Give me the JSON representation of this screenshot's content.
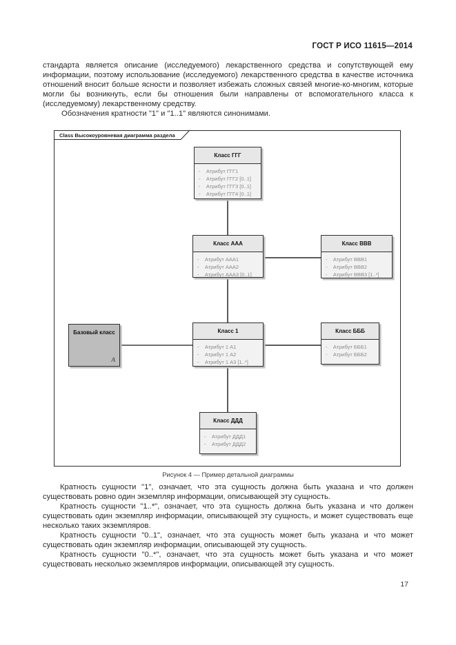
{
  "page": {
    "header": "ГОСТ Р ИСО 11615—2014",
    "page_number": "17"
  },
  "intro": {
    "paragraph1": "стандарта является описание (исследуемого) лекарственного средства и сопутствующей ему информации, поэтому использование (исследуемого) лекарственного средства в качестве источника отношений вносит больше ясности и позволяет избежать сложных связей многие-ко-многим, которые могли бы возникнуть, если бы отношения были направлены от вспомогательного класса к (исследуемому) лекарственному средству.",
    "paragraph2": "Обозначения кратности \"1\" и \"1..1\" являются синонимами."
  },
  "figure": {
    "frame_label": "Class Высокоуровневая диаграмма раздела",
    "caption": "Рисунок 4 — Пример детальной диаграммы",
    "classes": [
      {
        "title": "Класс ГГГ",
        "attributes": [
          "-    Атрибут ГГГ1",
          "-    Атрибут ГГГ2 [0..1]",
          "-    Атрибут ГГГ3 [0..1]",
          "-    Атрибут ГГГ4 [0..1]"
        ]
      },
      {
        "title": "Класс ААА",
        "attributes": [
          "-    Атрибут ААА1",
          "-    Атрибут ААА2",
          "-    Атрибут ААА3 [0..1]"
        ]
      },
      {
        "title": "Класс ВВВ",
        "attributes": [
          "-    Атрибут ВВВ1",
          "-    Атрибут ВВВ2",
          "-    Атрибут ВВВ3 [1..*]"
        ]
      },
      {
        "title": "Базовый класс",
        "corner_label": "A",
        "attributes": []
      },
      {
        "title": "Класс 1",
        "attributes": [
          "-    Атрибут 1 А1",
          "-    Атрибут 1 А2",
          "-    Атрибут 1 А3 [1..*]"
        ]
      },
      {
        "title": "Класс БББ",
        "attributes": [
          "-    Атрибут БББ1",
          "-    Атрибут БББ2"
        ]
      },
      {
        "title": "Класс ДДД",
        "attributes": [
          "-    Атрибут ДДД1",
          "-    Атрибут ДДД2"
        ]
      }
    ]
  },
  "body": {
    "paragraphs": [
      "Кратность сущности \"1\", означает, что эта сущность должна быть указана и что должен существовать ровно один экземпляр информации, описывающей эту сущность.",
      "Кратность сущности \"1..*\", означает, что эта сущность должна быть указана и что должен существовать один экземпляр информации, описывающей эту сущность, и может существовать еще несколько таких экземпляров.",
      "Кратность сущности \"0..1\", означает, что эта сущность может быть указана и что может существовать один экземпляр информации, описывающей эту сущность.",
      "Кратность сущности \"0..*\", означает, что эта сущность может быть указана и что может существовать несколько экземпляров информации, описывающей эту сущность."
    ]
  },
  "colors": {
    "class_header_fill": "#e7e7e7",
    "class_body_fill": "#f2f2f2",
    "base_class_fill": "#bdbdbd",
    "box_border": "#2e2e2e",
    "attribute_text": "#8a8a8a",
    "connector": "#5a5a5a"
  }
}
